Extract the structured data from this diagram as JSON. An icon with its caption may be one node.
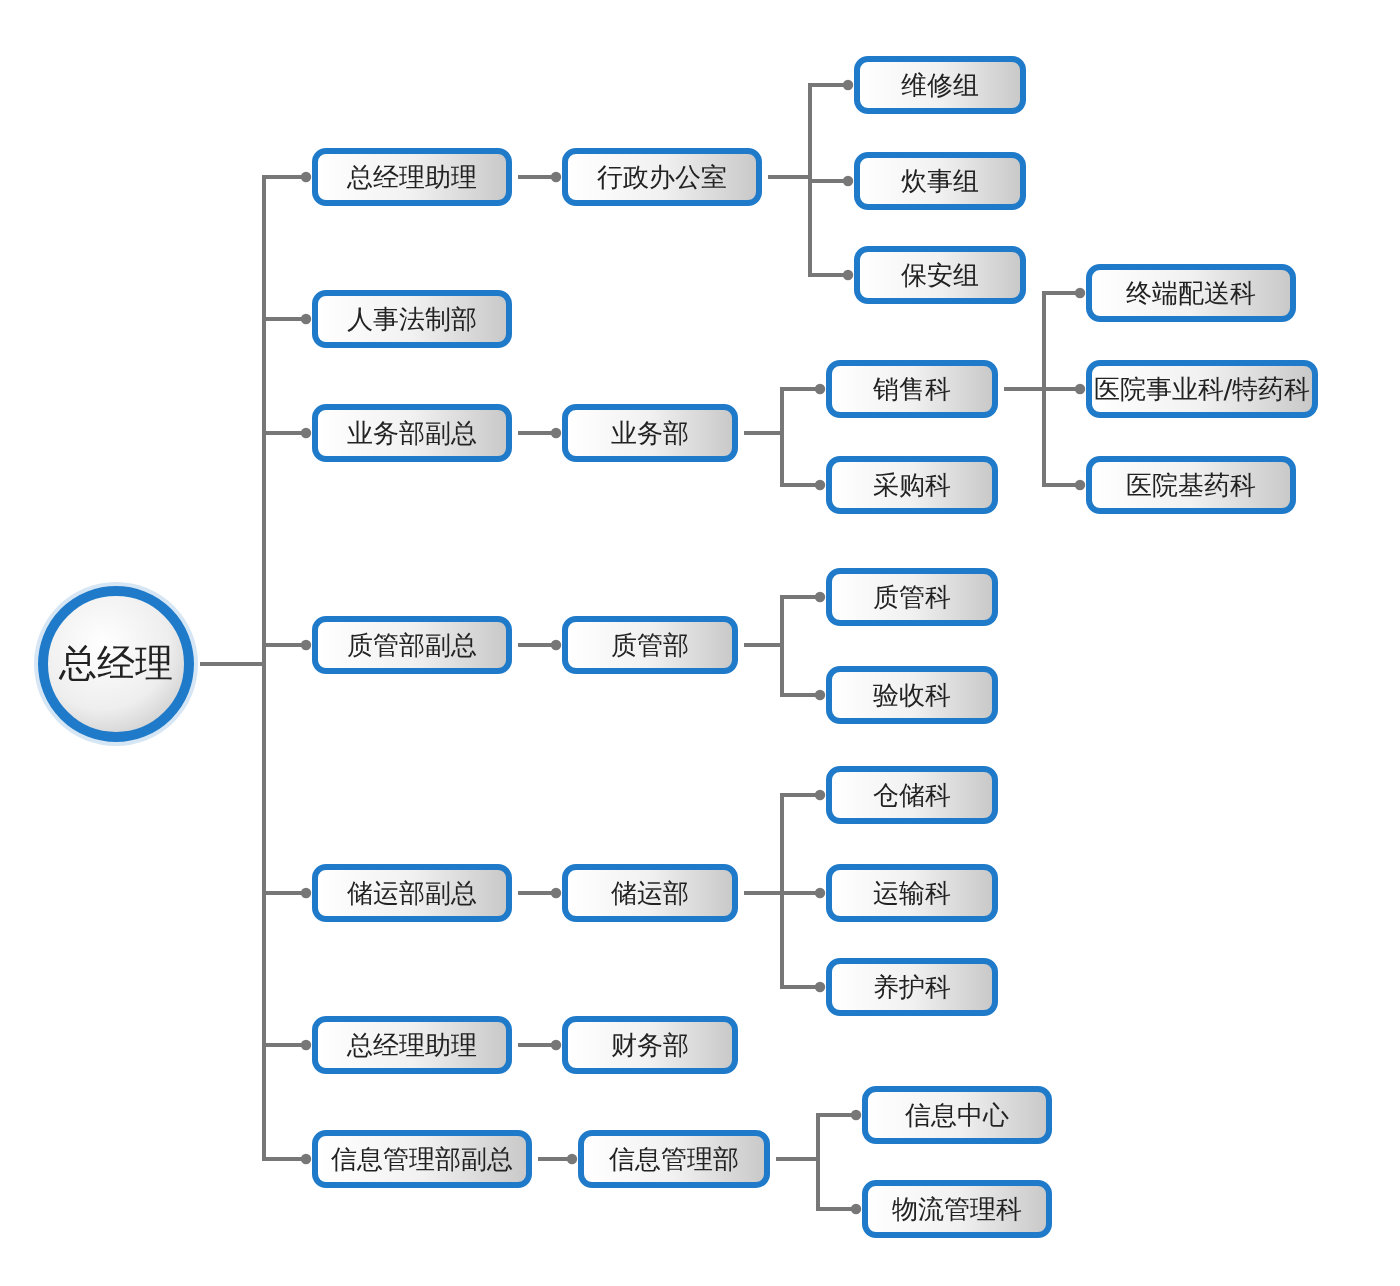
{
  "diagram": {
    "nodes": [
      {
        "text": [
          "总经理"
        ]
      },
      {
        "text": [
          "总经理助理"
        ]
      },
      {
        "text": [
          "人事法制部"
        ]
      },
      {
        "text": [
          "业务部副总"
        ]
      },
      {
        "text": [
          "质管部副总"
        ]
      },
      {
        "text": [
          "储运部副总"
        ]
      },
      {
        "text": [
          "总经理助理"
        ]
      },
      {
        "text": [
          "信息管理部副总"
        ]
      },
      {
        "text": [
          "行政办公室"
        ]
      },
      {
        "text": [
          "业务部"
        ]
      },
      {
        "text": [
          "质管部"
        ]
      },
      {
        "text": [
          "储运部"
        ]
      },
      {
        "text": [
          "财务部"
        ]
      },
      {
        "text": [
          "信息管理部"
        ]
      },
      {
        "text": [
          "维修组"
        ]
      },
      {
        "text": [
          "炊事组"
        ]
      },
      {
        "text": [
          "保安组"
        ]
      },
      {
        "text": [
          "销售科"
        ]
      },
      {
        "text": [
          "采购科"
        ]
      },
      {
        "text": [
          "质管科"
        ]
      },
      {
        "text": [
          "验收科"
        ]
      },
      {
        "text": [
          "仓储科"
        ]
      },
      {
        "text": [
          "运输科"
        ]
      },
      {
        "text": [
          "养护科"
        ]
      },
      {
        "text": [
          "信息中心"
        ]
      },
      {
        "text": [
          "物流管理科"
        ]
      },
      {
        "text": [
          "终端配送科"
        ]
      },
      {
        "text": [
          "医院事业科/特药科"
        ]
      },
      {
        "text": [
          "医院基药科"
        ]
      }
    ],
    "edges": [
      {
        "from": 0,
        "to": 1,
        "arrow": "other"
      },
      {
        "from": 0,
        "to": 2,
        "arrow": "other"
      },
      {
        "from": 0,
        "to": 3,
        "arrow": "other"
      },
      {
        "from": 0,
        "to": 4,
        "arrow": "other"
      },
      {
        "from": 0,
        "to": 5,
        "arrow": "other"
      },
      {
        "from": 0,
        "to": 6,
        "arrow": "other"
      },
      {
        "from": 0,
        "to": 7,
        "arrow": "other"
      },
      {
        "from": 1,
        "to": 8,
        "arrow": "other"
      },
      {
        "from": 3,
        "to": 9,
        "arrow": "other"
      },
      {
        "from": 4,
        "to": 10,
        "arrow": "other"
      },
      {
        "from": 5,
        "to": 11,
        "arrow": "other"
      },
      {
        "from": 6,
        "to": 12,
        "arrow": "other"
      },
      {
        "from": 7,
        "to": 13,
        "arrow": "other"
      },
      {
        "from": 8,
        "to": 14,
        "arrow": "other"
      },
      {
        "from": 8,
        "to": 15,
        "arrow": "other"
      },
      {
        "from": 8,
        "to": 16,
        "arrow": "other"
      },
      {
        "from": 9,
        "to": 17,
        "arrow": "other"
      },
      {
        "from": 9,
        "to": 18,
        "arrow": "other"
      },
      {
        "from": 10,
        "to": 19,
        "arrow": "other"
      },
      {
        "from": 10,
        "to": 20,
        "arrow": "other"
      },
      {
        "from": 11,
        "to": 21,
        "arrow": "other"
      },
      {
        "from": 11,
        "to": 22,
        "arrow": "other"
      },
      {
        "from": 11,
        "to": 23,
        "arrow": "other"
      },
      {
        "from": 13,
        "to": 24,
        "arrow": "other"
      },
      {
        "from": 13,
        "to": 25,
        "arrow": "other"
      },
      {
        "from": 17,
        "to": 26,
        "arrow": "other"
      },
      {
        "from": 17,
        "to": 27,
        "arrow": "other"
      },
      {
        "from": 17,
        "to": 28,
        "arrow": "other"
      }
    ]
  }
}
